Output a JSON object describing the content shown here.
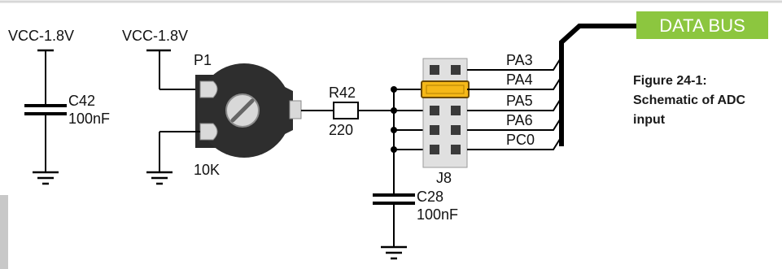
{
  "left_power": {
    "vcc_label": "VCC-1.8V",
    "cap_ref": "C42",
    "cap_value": "100nF"
  },
  "pot": {
    "supply_label": "VCC-1.8V",
    "ref": "P1",
    "value": "10K"
  },
  "resistor": {
    "ref": "R42",
    "value": "220"
  },
  "jumper": {
    "ref": "J8",
    "pins": [
      "PA3",
      "PA4",
      "PA5",
      "PA6",
      "PC0"
    ],
    "selected": "PA4",
    "selected_color": "#f5b818"
  },
  "filter_cap": {
    "ref": "C28",
    "value": "100nF"
  },
  "data_bus": {
    "label": "DATA BUS",
    "color": "#8cc63f"
  },
  "caption": {
    "line1": "Figure 24-1:",
    "line2": "Schematic of ADC",
    "line3": "input"
  }
}
